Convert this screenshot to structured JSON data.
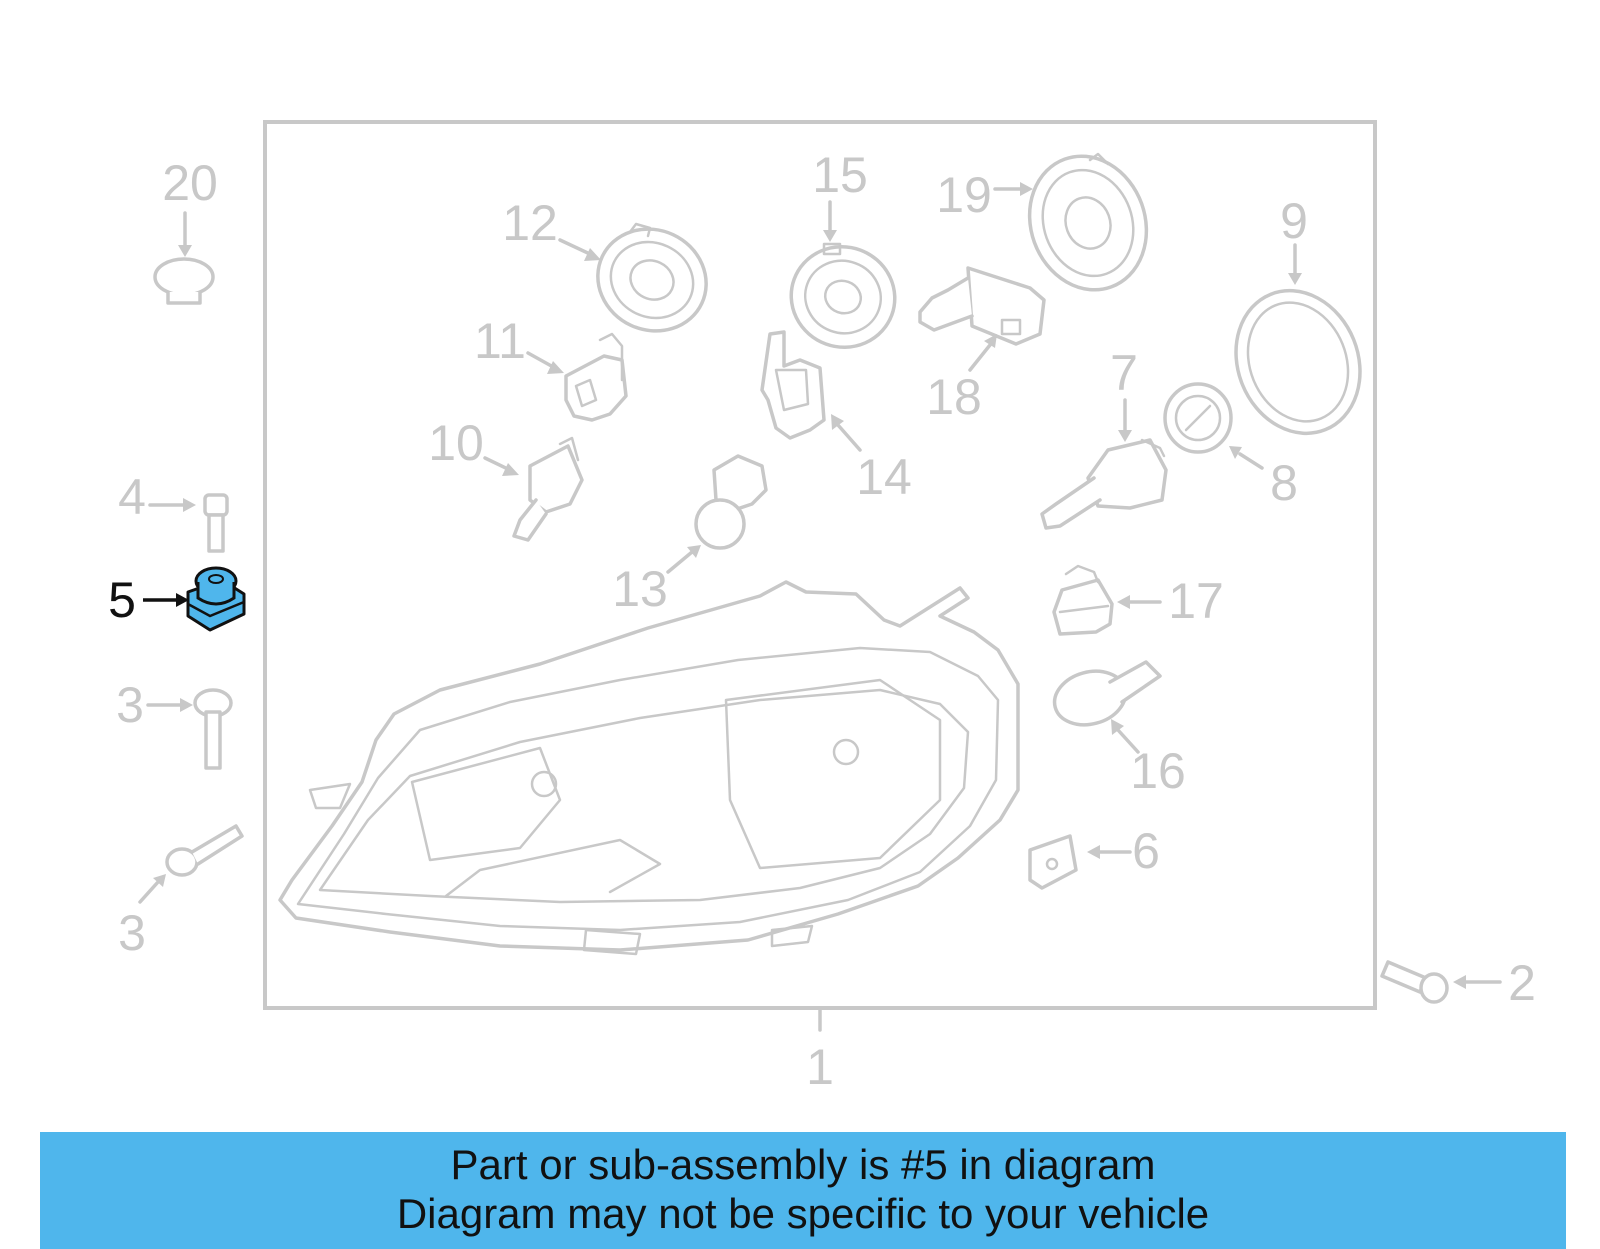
{
  "diagram": {
    "highlight_color": "#4fb6ec",
    "highlighted_part": "5",
    "callouts": [
      {
        "id": "c20",
        "label": "20"
      },
      {
        "id": "c12",
        "label": "12"
      },
      {
        "id": "c15",
        "label": "15"
      },
      {
        "id": "c19",
        "label": "19"
      },
      {
        "id": "c9",
        "label": "9"
      },
      {
        "id": "c11",
        "label": "11"
      },
      {
        "id": "c18",
        "label": "18"
      },
      {
        "id": "c7",
        "label": "7"
      },
      {
        "id": "c10",
        "label": "10"
      },
      {
        "id": "c14",
        "label": "14"
      },
      {
        "id": "c8",
        "label": "8"
      },
      {
        "id": "c4",
        "label": "4"
      },
      {
        "id": "c5",
        "label": "5"
      },
      {
        "id": "c13",
        "label": "13"
      },
      {
        "id": "c17",
        "label": "17"
      },
      {
        "id": "c3a",
        "label": "3"
      },
      {
        "id": "c16",
        "label": "16"
      },
      {
        "id": "c6",
        "label": "6"
      },
      {
        "id": "c3b",
        "label": "3"
      },
      {
        "id": "c2",
        "label": "2"
      },
      {
        "id": "c1",
        "label": "1"
      }
    ]
  },
  "banner": {
    "line1": "Part or sub-assembly is #5 in diagram",
    "line2": "Diagram may not be specific to your vehicle",
    "color": "#4fb6ec"
  }
}
